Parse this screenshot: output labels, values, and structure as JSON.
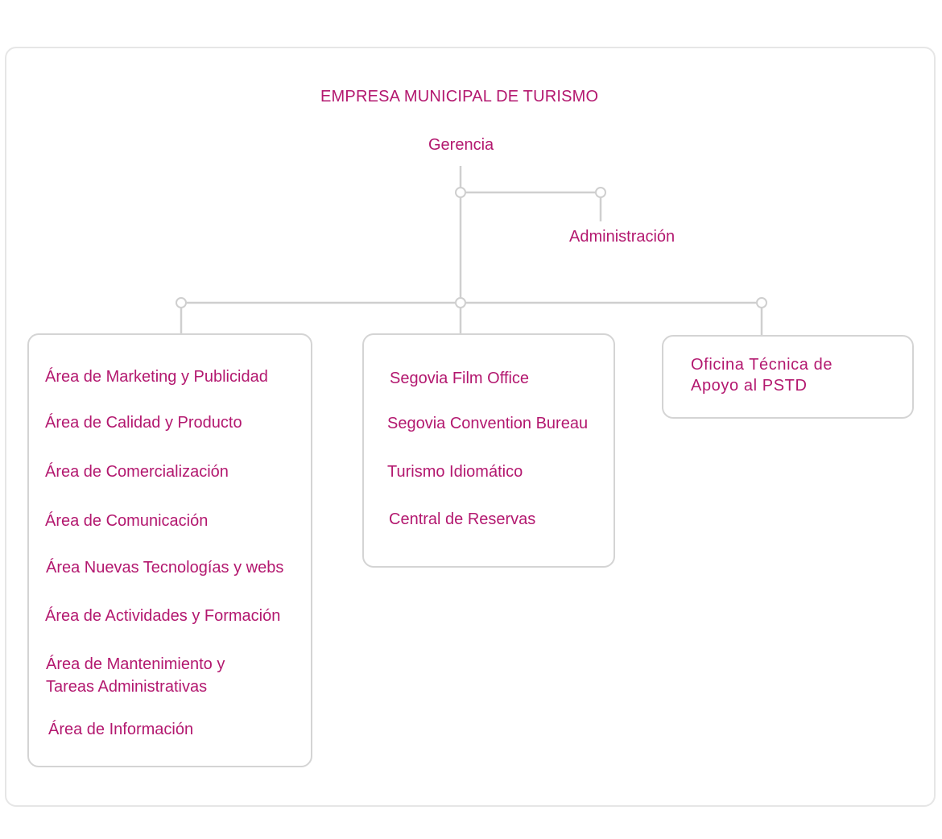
{
  "diagram": {
    "title": "EMPRESA MUNICIPAL DE TURISMO",
    "root": "Gerencia",
    "staff": "Administración",
    "boxes": [
      {
        "items": [
          "Área de Marketing y Publicidad",
          "Área de Calidad y Producto",
          "Área de Comercialización",
          "Área de Comunicación",
          "Área Nuevas Tecnologías y webs",
          "Área de Actividades y Formación",
          "Área de Mantenimiento y Tareas Administrativas",
          "Área de Información"
        ]
      },
      {
        "items": [
          "Segovia Film Office",
          "Segovia Convention Bureau",
          "Turismo Idiomático",
          "Central de Reservas"
        ]
      },
      {
        "items": [
          "Oficina Técnica de Apoyo al PSTD"
        ]
      }
    ]
  },
  "colors": {
    "text": "#b3186f",
    "lines": "#cfcfcf",
    "frame": "#e6e6e6"
  }
}
